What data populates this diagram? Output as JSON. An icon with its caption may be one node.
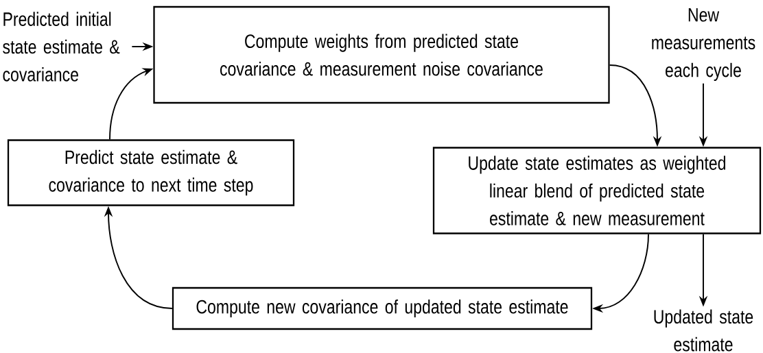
{
  "diagram": {
    "nodes": [
      {
        "text": [
          "Predicted initial state estimate & covariance"
        ]
      },
      {
        "text": [
          "Compute weights from predicted state covariance & measurement noise covariance"
        ]
      },
      {
        "text": [
          "New measurements each cycle"
        ]
      },
      {
        "text": [
          "Update state estimates as weighted linear blend of predicted state estimate & new measurement"
        ]
      },
      {
        "text": [
          "Updated state estimate"
        ]
      },
      {
        "text": [
          "Compute new covariance of updated state estimate"
        ]
      },
      {
        "text": [
          "Predict state estimate & covariance to next time step"
        ]
      }
    ],
    "edges": [
      {
        "from": 0,
        "to": 1,
        "arrow": "to"
      },
      {
        "from": 1,
        "to": 3,
        "arrow": "to"
      },
      {
        "from": 2,
        "to": 3,
        "arrow": "to"
      },
      {
        "from": 3,
        "to": 4,
        "arrow": "to"
      },
      {
        "from": 3,
        "to": 5,
        "arrow": "to"
      },
      {
        "from": 5,
        "to": 6,
        "arrow": "to"
      },
      {
        "from": 6,
        "to": 1,
        "arrow": "to"
      }
    ]
  }
}
